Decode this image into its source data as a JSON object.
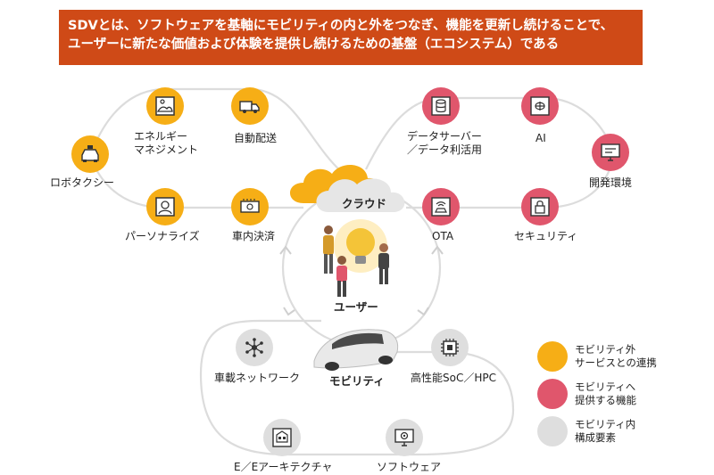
{
  "banner": {
    "line1": "SDVとは、ソフトウェアを基軸にモビリティの内と外をつなぎ、機能を更新し続けることで、",
    "line2": "ユーザーに新たな価値および体験を提供し続けるための基盤（エコシステム）である"
  },
  "center": {
    "cloud": "クラウド",
    "user": "ユーザー",
    "mobility": "モビリティ"
  },
  "nodes": {
    "energy": "エネルギー\nマネジメント",
    "delivery": "自動配送",
    "robotaxi": "ロボタクシー",
    "personalize": "パーソナライズ",
    "payment": "車内決済",
    "data_server": "データサーバー\n／データ利活用",
    "ai": "AI",
    "dev_env": "開発環境",
    "ota": "OTA",
    "security": "セキュリティ",
    "vehicle_network": "車載ネットワーク",
    "soc": "高性能SoC／HPC",
    "ee_arch": "E／Eアーキテクチャ",
    "software": "ソフトウェア"
  },
  "legend": {
    "outside": "モビリティ外\nサービスとの連携",
    "provide": "モビリティへ\n提供する機能",
    "inside": "モビリティ内\n構成要素"
  },
  "colors": {
    "banner": "#cf4a17",
    "orange": "#f6ae16",
    "pink": "#e0566c",
    "gray": "#dedede",
    "line": "#d9d9d9"
  }
}
